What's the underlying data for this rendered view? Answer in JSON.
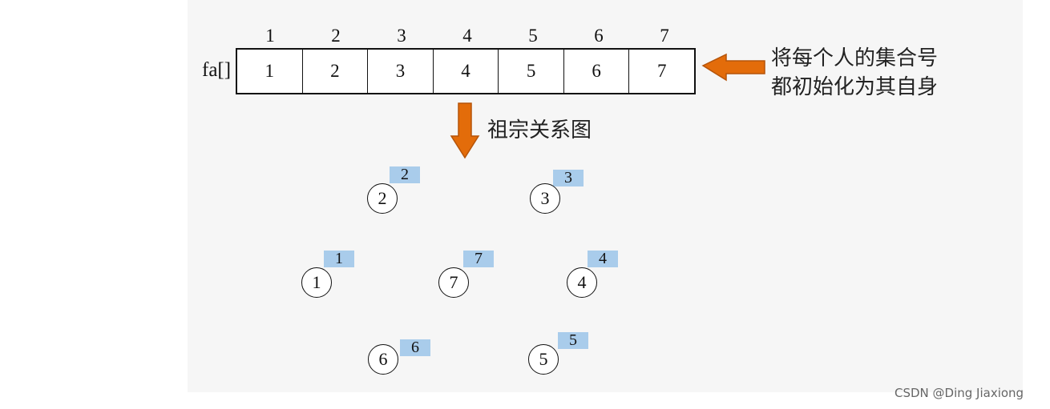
{
  "array": {
    "label": "fa[]",
    "indices": [
      "1",
      "2",
      "3",
      "4",
      "5",
      "6",
      "7"
    ],
    "values": [
      "1",
      "2",
      "3",
      "4",
      "5",
      "6",
      "7"
    ]
  },
  "annotation": {
    "line1": "将每个人的集合号",
    "line2": "都初始化为其自身"
  },
  "down_arrow_label": "祖宗关系图",
  "nodes": [
    {
      "id": "2",
      "tag": "2"
    },
    {
      "id": "3",
      "tag": "3"
    },
    {
      "id": "1",
      "tag": "1"
    },
    {
      "id": "7",
      "tag": "7"
    },
    {
      "id": "4",
      "tag": "4"
    },
    {
      "id": "6",
      "tag": "6"
    },
    {
      "id": "5",
      "tag": "5"
    }
  ],
  "watermark": "CSDN @Ding Jiaxiong",
  "colors": {
    "arrow_fill": "#e36c0a",
    "tag_fill": "#a9cceb",
    "stroke": "#111111"
  }
}
